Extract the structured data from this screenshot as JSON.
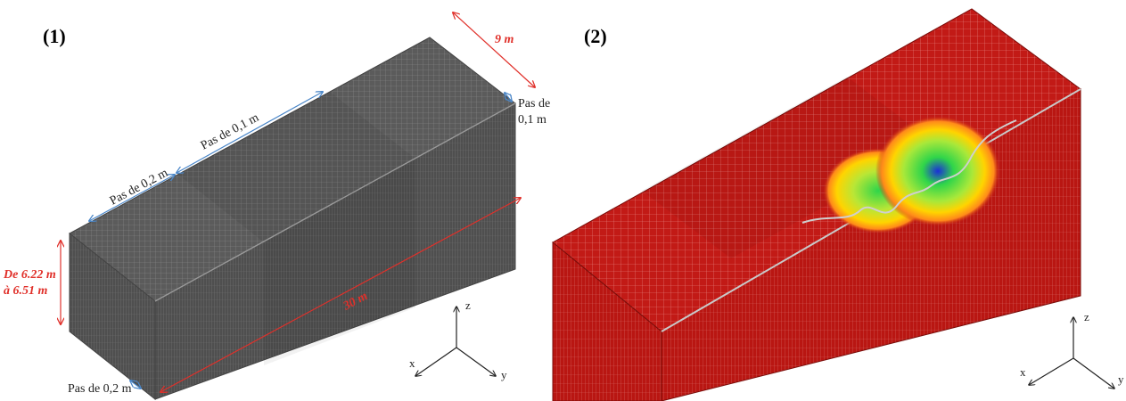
{
  "panel1": {
    "label": "(1)",
    "dim_width": "9 m",
    "dim_length": "30 m",
    "dim_height_line1": "De 6.22 m",
    "dim_height_line2": "à 6.51 m",
    "step_top_middle": "Pas de 0,1 m",
    "step_top_left": "Pas de 0,2 m",
    "step_right_line1": "Pas de",
    "step_right_line2": "0,1 m",
    "step_bottom": "Pas de 0,2 m"
  },
  "panel2": {
    "label": "(2)"
  },
  "axes1": {
    "z": "z",
    "x": "x",
    "y": "y"
  },
  "axes2": {
    "z": "z",
    "x": "x",
    "y": "y"
  },
  "colors": {
    "mesh_gray": "#5d5d5d",
    "dimension_red": "#e0302a",
    "dimension_blue": "#4a86c8",
    "field_red": "#c21a16",
    "field_green": "#2fd54a",
    "field_blue": "#1b2fd8",
    "field_yellow": "#ffd400"
  }
}
